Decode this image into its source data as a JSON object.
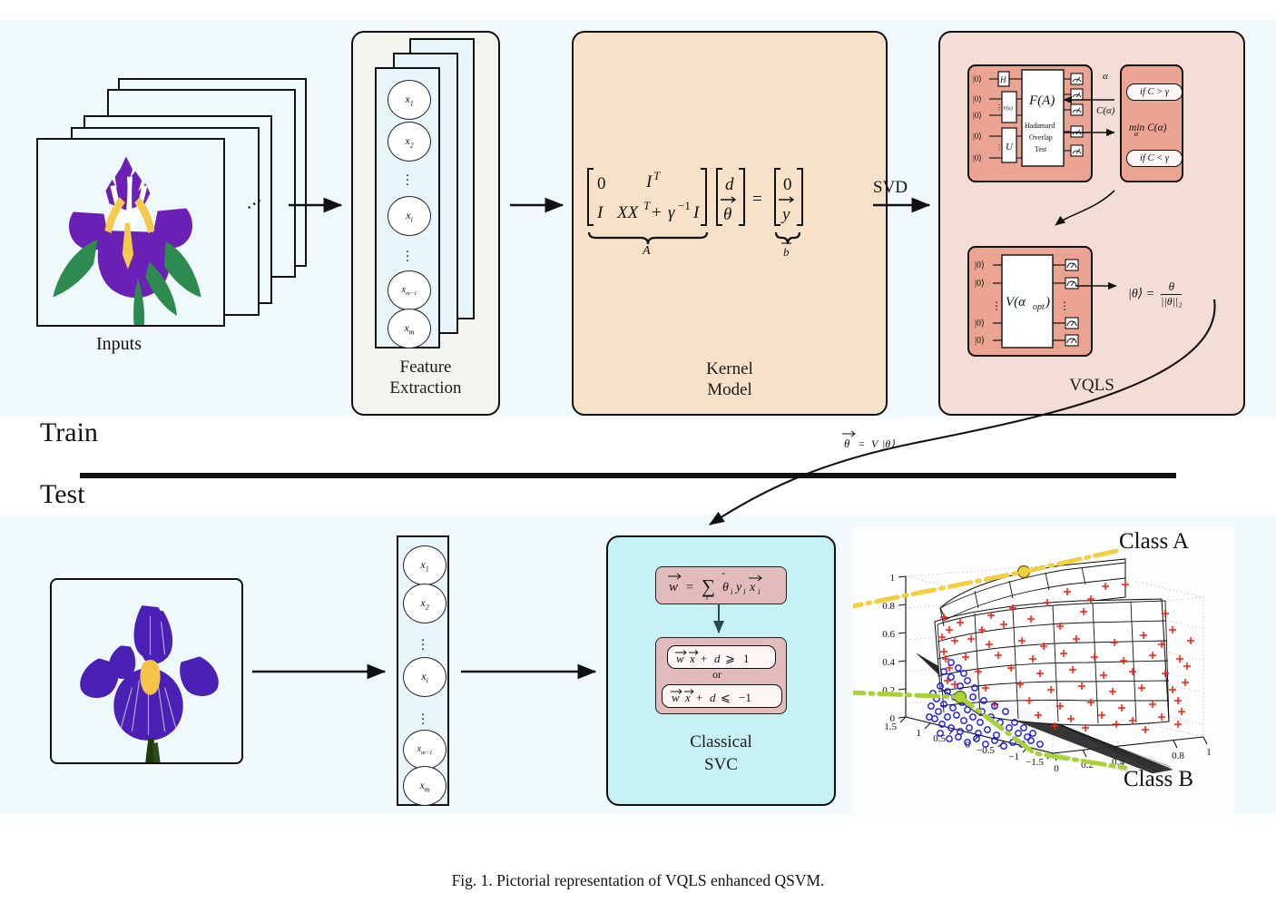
{
  "figure": {
    "caption": "Fig. 1.  Pictorial representation of VQLS enhanced QSVM.",
    "phases": {
      "train": "Train",
      "test": "Test"
    },
    "colors": {
      "band_bg": "#f2f9fd",
      "feature_box": "#f4f4ee",
      "kernel_box": "#f7e1c9",
      "vqls_outer": "#f4ddd6",
      "vqls_inner": "#eaa491",
      "svc_box": "#c6f1f5",
      "svc_inner": "#e2bcbc",
      "class_a_line": "#f2cf3f",
      "class_b_line": "#a8d235",
      "positive_marker": "#fc1c0a",
      "negative_marker": "#1414e6",
      "iris_petal": "#6b21b5",
      "iris_leaf": "#2e8b4f"
    }
  },
  "train": {
    "inputs": {
      "label": "Inputs",
      "ellipsis": "⋯",
      "card_count": 5
    },
    "feature_extraction": {
      "label_line1": "Feature",
      "label_line2": "Extraction",
      "vector_nodes": [
        "x₁",
        "x₂",
        "xᵢ",
        "xₘ₋₁",
        "xₘ"
      ],
      "node_labels": {
        "first": "x",
        "sub1": "1",
        "sub2": "2",
        "subi": "i",
        "subm1": "m−1",
        "subm": "m"
      },
      "stack_count": 3
    },
    "kernel_model": {
      "label_line1": "Kernel",
      "label_line2": "Model",
      "equation_tex": "[0 I^T ; I XX^T + γ^{-1}I] [d ; θ] = [0 ; y]",
      "matrix_rows": [
        [
          "0",
          "Iᵀ"
        ],
        [
          "I",
          "XXᵀ + γ⁻¹I"
        ]
      ],
      "unknown_vector": [
        "d",
        "θ"
      ],
      "rhs_vector": [
        "0",
        "y"
      ],
      "brace_left_label": "A",
      "brace_right_label": "b"
    },
    "svd_arrow_label": "SVD",
    "vqls": {
      "label": "VQLS",
      "circuit_top": {
        "kets": [
          "|0⟩",
          "|0⟩",
          "|0⟩",
          "|0⟩",
          "|0⟩"
        ],
        "gates": [
          "H",
          "V(α)",
          "U"
        ],
        "block_title": "F(A)",
        "block_subtitle_lines": [
          "Hadamard",
          "Overlap",
          "Test"
        ],
        "meter_count": 5
      },
      "optimizer": {
        "alpha_label": "α",
        "cost_label": "C(α)",
        "condition_above": "if C > γ",
        "objective": "min C(α)",
        "objective_sub": "α",
        "condition_below": "if C < γ"
      },
      "circuit_bottom": {
        "kets": [
          "|0⟩",
          "|0⟩",
          "|0⟩",
          "|0⟩"
        ],
        "gate": "V(α",
        "gate_sub": "opt",
        "gate_close": ")",
        "meter_count": 4,
        "output_numerator": "θ",
        "output_denominator": "||θ||₂",
        "output_lhs": "|θ⟩ ="
      }
    },
    "transfer_label": {
      "lhs": "θ",
      "rhs": "= V |θ⟩"
    }
  },
  "test": {
    "input_label": "",
    "feature_vector_nodes": [
      "x₁",
      "x₂",
      "xᵢ",
      "xₘ₋₁",
      "xₘ"
    ],
    "svc": {
      "label_line1": "Classical",
      "label_line2": "SVC",
      "weight_equation": "w = ∑ θ̂ᵢ yᵢ xᵢ",
      "weight_sum_sub": "i",
      "decision_positive": "wx + d ⩾ 1",
      "decision_or": "or",
      "decision_negative": "wx + d ⩽ −1"
    },
    "plot": {
      "class_a_label": "Class A",
      "class_b_label": "Class B",
      "z_ticks": [
        "1",
        "0.8",
        "0.6",
        "0.4",
        "0.2",
        "0"
      ],
      "y_ticks": [
        "1.5",
        "1",
        "0.5",
        "0",
        "−0.5",
        "−1",
        "−1.5"
      ],
      "x_ticks": [
        "0",
        "0.2",
        "0.4",
        "0.8",
        "1"
      ]
    }
  },
  "chart_data": {
    "type": "scatter",
    "title": "",
    "xlabel": "",
    "ylabel": "",
    "zlabel": "",
    "xlim": [
      0,
      1
    ],
    "ylim": [
      -1.5,
      1.5
    ],
    "zlim": [
      0,
      1
    ],
    "xticks": [
      0,
      0.2,
      0.4,
      0.8,
      1
    ],
    "yticks": [
      1.5,
      1,
      0.5,
      0,
      -0.5,
      -1,
      -1.5
    ],
    "zticks": [
      0,
      0.2,
      0.4,
      0.6,
      0.8,
      1
    ],
    "grid": true,
    "legend_position": "right",
    "series": [
      {
        "name": "Class A",
        "marker": "+",
        "color": "#fc1c0a",
        "count": 160,
        "note": "red plus markers distributed across the upper curved kernel surface"
      },
      {
        "name": "Class B",
        "marker": "o",
        "color": "#1414e6",
        "count": 190,
        "note": "blue circle markers clustered near the lower-left corner of the domain"
      }
    ],
    "surfaces": [
      {
        "name": "kernel-surface",
        "style": "black wireframe mesh",
        "facecolor": "#ffffff"
      },
      {
        "name": "separating-hyperplane",
        "style": "dark hatched plane",
        "facecolor": "#2a2a2a"
      }
    ],
    "callouts": [
      {
        "label": "Class A",
        "color": "#f2cf3f",
        "marker_point": [
          0.42,
          0.35,
          0.93
        ]
      },
      {
        "label": "Class B",
        "color": "#a8d235",
        "marker_point": [
          0.18,
          0.1,
          0.07
        ]
      }
    ]
  }
}
